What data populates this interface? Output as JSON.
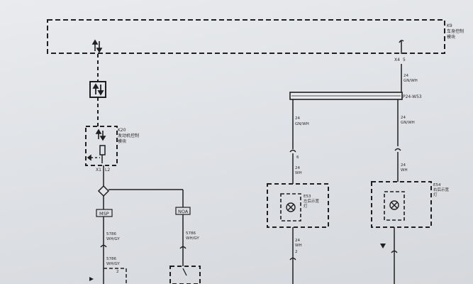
{
  "top_module": {
    "id": "K9",
    "name_line1": "车身控制",
    "name_line2": "模块"
  },
  "pins": {
    "x4": "X4",
    "x4_pin": "5",
    "x1": "X1",
    "x1_pin": "L2"
  },
  "engine_module": {
    "id": "K20",
    "name_line1": "发动机控制",
    "name_line2": "模块"
  },
  "splice": {
    "label": "P24-W53"
  },
  "wires": {
    "left_top_gauge": "24",
    "left_top_color": "GN/WH",
    "right_top_gauge": "24",
    "right_top_color": "GN/WH",
    "right_mid_gauge": "24",
    "right_mid_color": "GN/WH",
    "left_mid_gauge": "24",
    "left_mid_color": "WH",
    "right_low_gauge": "24",
    "right_low_color": "WH",
    "left_lower_gauge": "24",
    "left_lower_color": "WH",
    "left_lower_pin": "2",
    "left_mid_pin": "6",
    "msp_gauge": "5786",
    "msp_color": "WH/GY",
    "noa_gauge": "5786",
    "noa_color": "WH/GY",
    "msp_lower_gauge": "5786",
    "msp_lower_color": "WH/GY",
    "msp_lower_pin": "2"
  },
  "tags": {
    "msp": "MSP",
    "noa": "NOA"
  },
  "lamps": {
    "left_id": "E53",
    "left_name_line1": "左后示宽",
    "left_name_line2": "灯",
    "right_id": "E54",
    "right_name_line1": "右后示宽",
    "right_name_line2": "灯"
  },
  "colors": {
    "ink": "#1f1f1f",
    "paper": "#e3e6e9"
  }
}
